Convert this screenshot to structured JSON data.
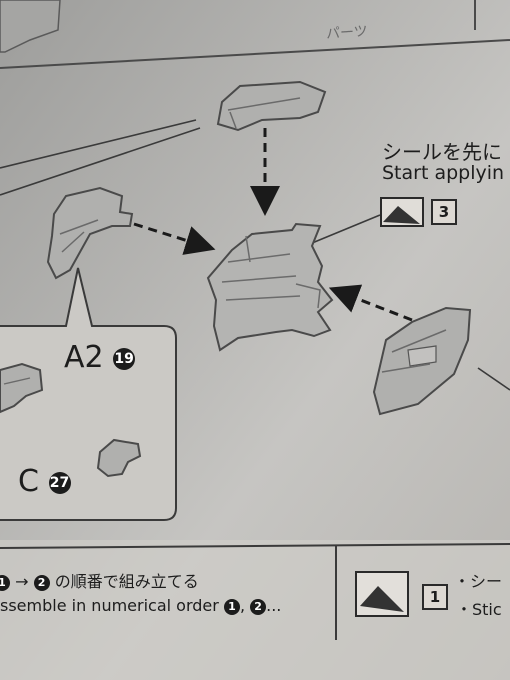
{
  "header_partial": "パーツ",
  "callout": {
    "line_jp": "シールを先に",
    "line_en": "Start applyin",
    "sticker_number": "3"
  },
  "inset": {
    "part_a_label": "A2",
    "part_a_number": "19",
    "part_c_label": "C",
    "part_c_number": "27"
  },
  "footer": {
    "step1": "1",
    "step2": "2",
    "line_jp": "の順番で組み立てる",
    "line_en": "ssemble in numerical order",
    "ellipsis": "...",
    "sticker_number": "1",
    "right_jp": "・シー",
    "right_en": "・Stic"
  },
  "colors": {
    "paper": "#c9c7c3",
    "part": "#a9a9a7",
    "line": "#3a3a3a",
    "ink": "#1d1d1d"
  }
}
